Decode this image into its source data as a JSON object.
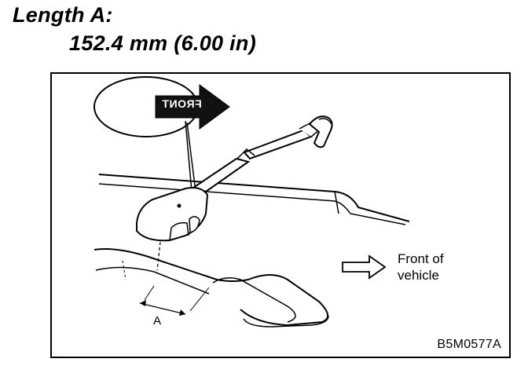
{
  "heading": {
    "line1": "Length A:",
    "line2": "152.4 mm (6.00 in)"
  },
  "figure": {
    "arrow_label": "FRONT",
    "dimension_label": "A",
    "direction_label_line1": "Front of",
    "direction_label_line2": "vehicle",
    "figure_code": "B5M0577A"
  }
}
